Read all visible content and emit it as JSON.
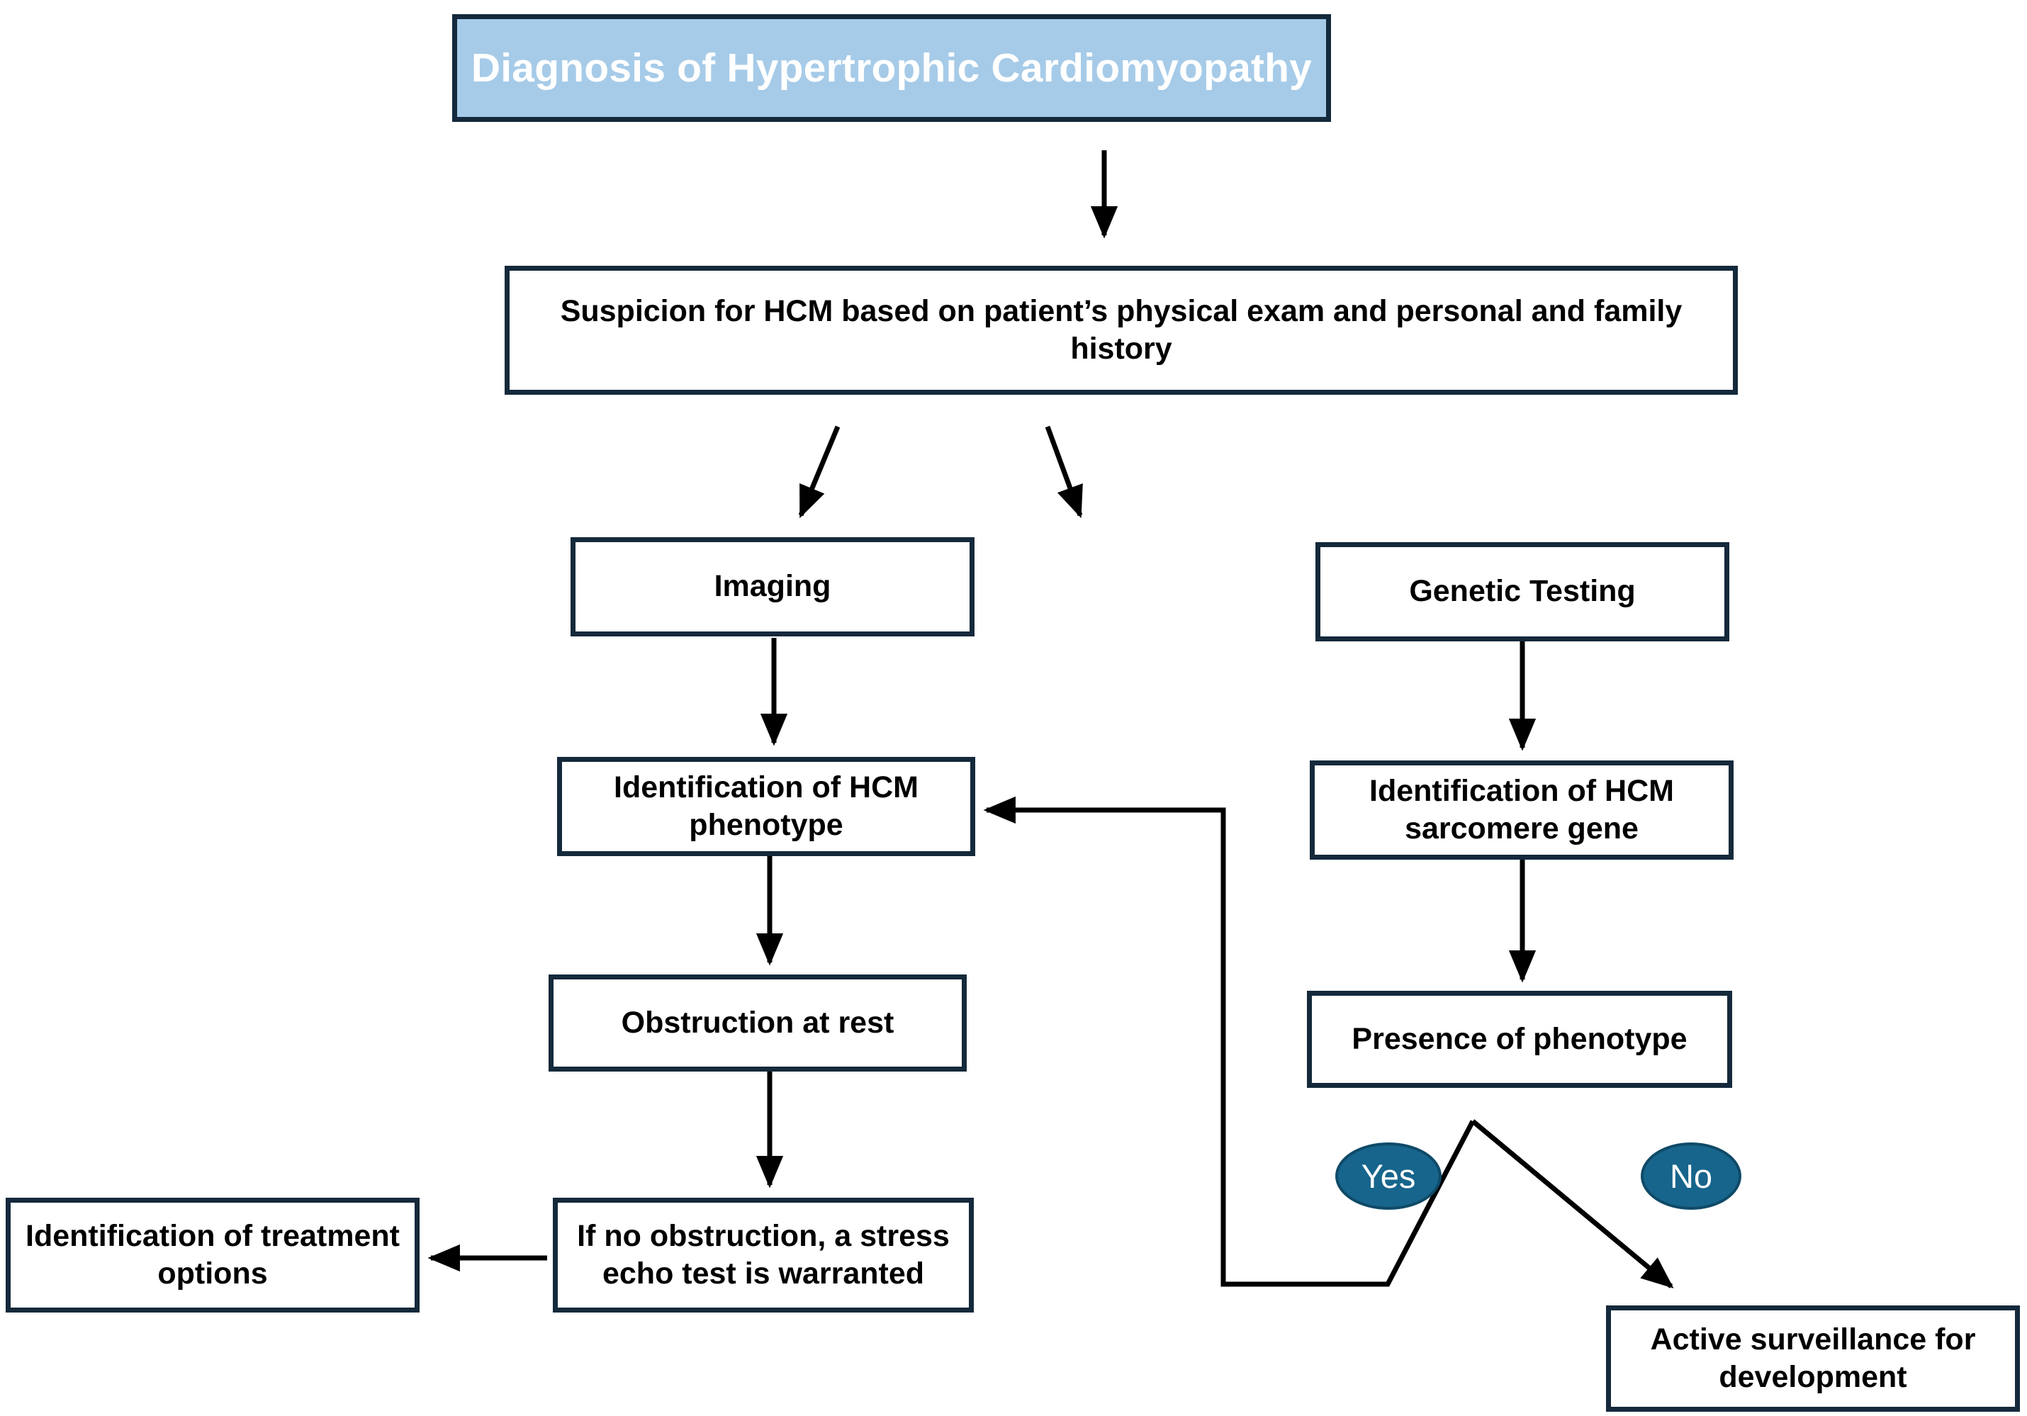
{
  "diagram": {
    "title": "Diagnosis of Hypertrophic Cardiomyopathy",
    "colors": {
      "title_fill": "#a6cbe8",
      "title_text": "#ffffff",
      "box_border": "#14293b",
      "box_fill": "#ffffff",
      "box_text": "#000000",
      "pill_fill": "#17658c",
      "pill_text": "#ffffff",
      "connector": "#000000",
      "background": "#ffffff"
    },
    "nodes": {
      "title": "Diagnosis of Hypertrophic Cardiomyopathy",
      "suspicion": "Suspicion for HCM based on patient’s physical exam and personal and family history",
      "imaging": "Imaging",
      "genetic_testing": "Genetic Testing",
      "hcm_phenotype": "Identification of HCM phenotype",
      "hcm_sarcomere_gene": "Identification of HCM sarcomere gene",
      "obstruction_at_rest": "Obstruction at rest",
      "presence_of_phenotype": "Presence of phenotype",
      "stress_echo": "If no obstruction, a stress echo test is warranted",
      "treatment_options": "Identification of treatment options",
      "active_surveillance": "Active surveillance for development"
    },
    "decision_labels": {
      "yes": "Yes",
      "no": "No"
    },
    "edges": [
      {
        "from": "title",
        "to": "suspicion",
        "label": ""
      },
      {
        "from": "suspicion",
        "to": "imaging",
        "label": ""
      },
      {
        "from": "suspicion",
        "to": "genetic_testing",
        "label": ""
      },
      {
        "from": "imaging",
        "to": "hcm_phenotype",
        "label": ""
      },
      {
        "from": "genetic_testing",
        "to": "hcm_sarcomere_gene",
        "label": ""
      },
      {
        "from": "hcm_phenotype",
        "to": "obstruction_at_rest",
        "label": ""
      },
      {
        "from": "hcm_sarcomere_gene",
        "to": "presence_of_phenotype",
        "label": ""
      },
      {
        "from": "obstruction_at_rest",
        "to": "stress_echo",
        "label": ""
      },
      {
        "from": "stress_echo",
        "to": "treatment_options",
        "label": ""
      },
      {
        "from": "presence_of_phenotype",
        "to": "hcm_phenotype",
        "label": "Yes"
      },
      {
        "from": "presence_of_phenotype",
        "to": "active_surveillance",
        "label": "No"
      }
    ]
  }
}
